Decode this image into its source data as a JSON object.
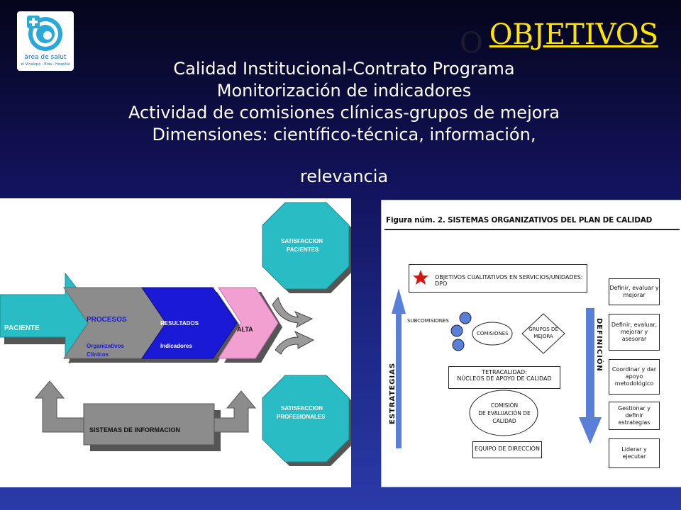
{
  "slide": {
    "title": "OBJETIVOS",
    "title_shadow": "O",
    "lines": [
      "Calidad Institucional-Contrato Programa",
      "Monitorización de indicadores",
      "Actividad de comisiones clínicas-grupos de mejora",
      "Dimensiones: científico-técnica, información,",
      "relevancia"
    ]
  },
  "logo": {
    "line1": "àrea de salut",
    "line2": "el Vinalopó - Elda - Hospital"
  },
  "left_diagram": {
    "paciente": "PACIENTE",
    "procesos": "PROCESOS",
    "procesos_sub1": "Organizativos",
    "procesos_sub2": "Clínicos",
    "resultados": "RESULTADOS",
    "resultados_sub": "Indicadores",
    "alta": "ALTA",
    "satisfaccion_pacientes_1": "SATISFACCION",
    "satisfaccion_pacientes_2": "PACIENTES",
    "satisfaccion_profesionales_1": "SATISFACCION",
    "satisfaccion_profesionales_2": "PROFESIONALES",
    "sistemas": "SISTEMAS DE INFORMACION"
  },
  "right_diagram": {
    "figure_title": "Figura núm. 2.  SISTEMAS ORGANIZATIVOS DEL PLAN DE CALIDAD",
    "objetivos": "OBJETIVOS CUALITATIVOS EN SERVICIOS/UNIDADES: DPO",
    "subcomisiones": "SUBCOMISIONES",
    "comisiones": "COMISIONES",
    "grupos_1": "GRUPOS DE",
    "grupos_2": "MEJORA",
    "tetracalidad_1": "TETRACALIDAD:",
    "tetracalidad_2": "NÚCLEOS DE APOYO DE CALIDAD",
    "comision_1": "COMISIÓN",
    "comision_2": "DE EVALUACIÓN DE",
    "comision_3": "CALIDAD",
    "equipo": "EQUIPO DE DIRECCIÓN",
    "estrategias": "ESTRATEGIAS",
    "definicion": "DEFINICIÓN",
    "right_boxes": [
      "Definir, evaluar y mejorar",
      "Definir, evaluar, mejorar y asesorar",
      "Coordinar y dar apoyo metodológico",
      "Gestionar y definir estrategias",
      "Liderar y ejecutar"
    ]
  },
  "colors": {
    "title": "#ffe600",
    "paciente": "#29bcc4",
    "procesos": "#8a8a8a",
    "resultados": "#1a1ad6",
    "alta": "#f2a0d2",
    "octagon": "#29bcc4",
    "arrow_blue": "#5a7fd8"
  }
}
